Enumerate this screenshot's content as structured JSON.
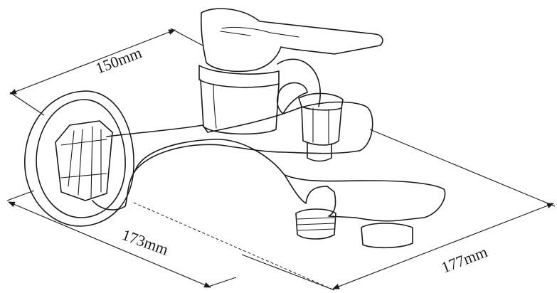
{
  "drawing": {
    "subject": "wall-mounted bath mixer faucet line drawing",
    "line_color": "#1a1a1a",
    "background": "#ffffff"
  },
  "dimensions": {
    "depth_label": "150mm",
    "width_label": "173mm",
    "length_label": "177mm"
  }
}
